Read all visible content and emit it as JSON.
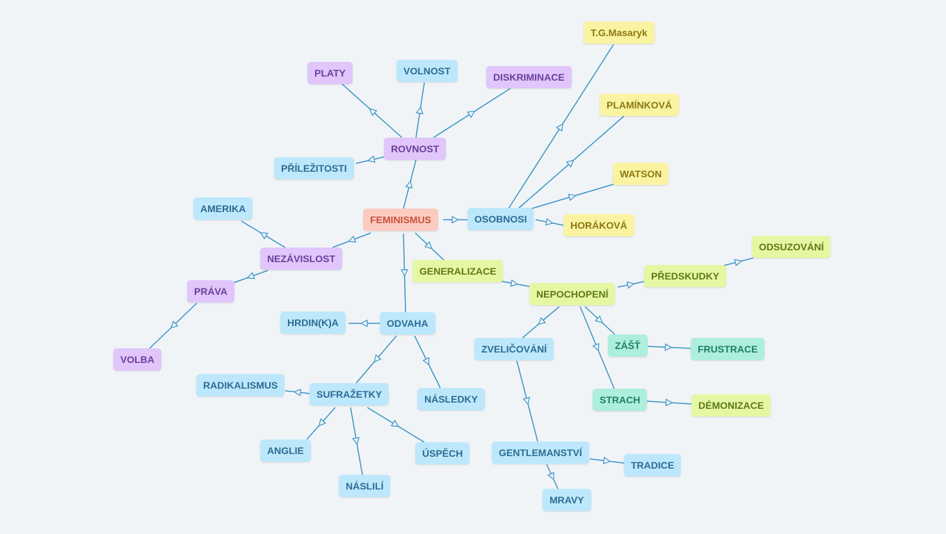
{
  "colors": {
    "background": "#f1f4f7",
    "edge": "#3a95c8",
    "root": "#fccbc0",
    "blue": "#bde8fb",
    "purple": "#e0c6fb",
    "yellow": "#faf3a1",
    "lime": "#e6f7a4",
    "teal": "#aeeedd"
  },
  "nodes": {
    "feminismus": "FEMINISMUS",
    "rovnost": "ROVNOST",
    "platy": "PLATY",
    "volnost": "VOLNOST",
    "diskriminace": "DISKRIMINACE",
    "prilezitosti": "PŘÍLEŽITOSTI",
    "osobnosi": "OSOBNOSI",
    "masaryk": "T.G.Masaryk",
    "plaminkova": "PLAMÍNKOVÁ",
    "watson": "WATSON",
    "horakova": "HORÁKOVÁ",
    "nezavislost": "NEZÁVISLOST",
    "amerika": "AMERIKA",
    "prava": "PRÁVA",
    "volba": "VOLBA",
    "generalizace": "GENERALIZACE",
    "nepochopeni": "NEPOCHOPENÍ",
    "predsudky": "PŘEDSKUDKY",
    "odsuzovani": "ODSUZOVÁNÍ",
    "zast": "ZÁŠŤ",
    "frustrace": "FRUSTRACE",
    "strach": "STRACH",
    "demonizace": "DÉMONIZACE",
    "zvelicovani": "ZVELIČOVÁNÍ",
    "gentlemanstvi": "GENTLEMANSTVÍ",
    "tradice": "TRADICE",
    "mravy": "MRAVY",
    "odvaha": "ODVAHA",
    "hrdinka": "HRDIN(K)A",
    "sufrazetky": "SUFRAŽETKY",
    "radikalismus": "RADIKALISMUS",
    "nasledky": "NÁSLEDKY",
    "anglie": "ANGLIE",
    "nasili": "NÁSLILÍ",
    "uspech": "ÚSPĚCH"
  }
}
